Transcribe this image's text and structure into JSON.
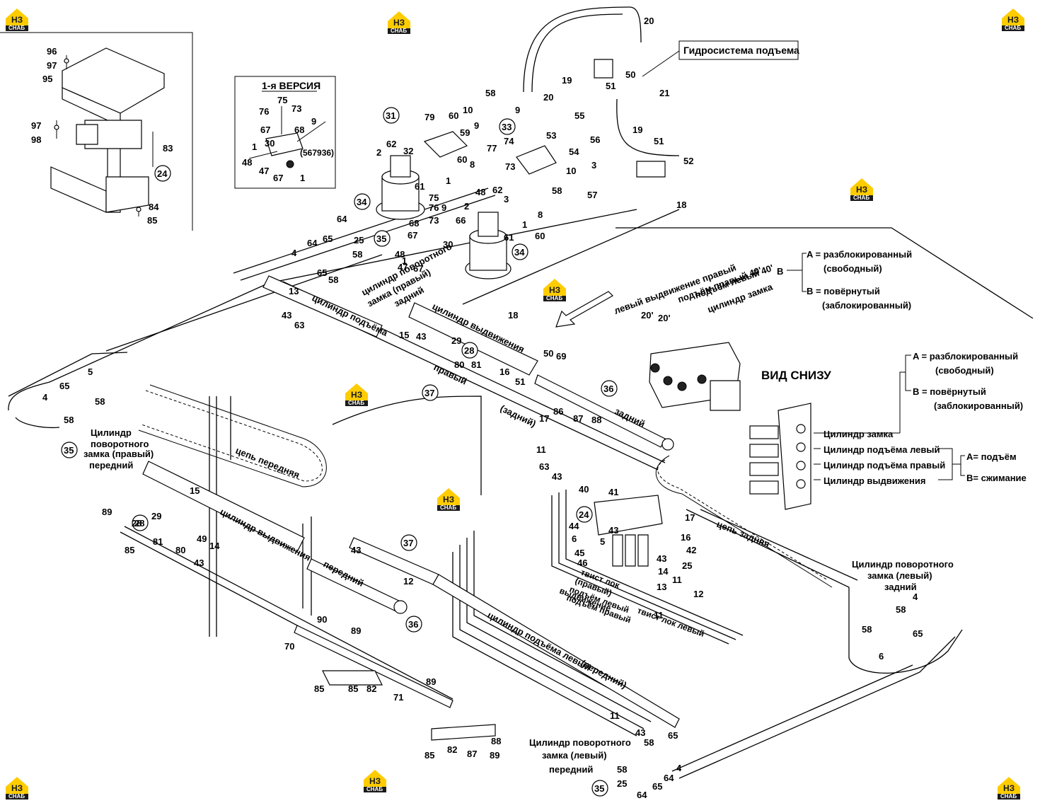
{
  "brand": {
    "logo_mark": "НЗ",
    "logo_text": "СНАБ",
    "colors": {
      "logo_yellow": "#ffcc00",
      "logo_dark": "#1a1a1a",
      "line": "#000000"
    }
  },
  "inset": {
    "version_title": "1-я ВЕРСИЯ",
    "version_code": "(567936)"
  },
  "callouts": {
    "hydraulic_system": "Гидросистема подъема",
    "bottom_view": "ВИД СНИЗУ"
  },
  "valve_legend_top": {
    "B": "B",
    "A_line1": "A = разблокированный",
    "A_line2": "(свободный)",
    "B_line1": "B = повёрнутый",
    "B_line2": "(заблокированный)"
  },
  "valve_legend_right": {
    "A_line1": "A = разблокированный",
    "A_line2": "(свободный)",
    "B_line1": "B = повёрнутый",
    "B_line2": "(заблокированный)",
    "ports": [
      "Цилиндр замка",
      "Цилиндр подъёма левый",
      "Цилиндр подъёма правый",
      "Цилиндр выдвижения"
    ],
    "lift_A": "A= подъём",
    "lift_B": "B= сжимание"
  },
  "valve_port_labels": {
    "p1": "левый выдвижение правый",
    "p2": "подъём правый 40'",
    "p3": "подъём левый 40'",
    "p4": "цилиндр замка",
    "d20a": "20'",
    "d20b": "20'"
  },
  "hose_labels": [
    "цилиндр поворотного",
    "замка (правый)",
    "задний",
    "цилиндр подъёма",
    "цилиндр выдвижения",
    "правый",
    "(задний)",
    "задний",
    "цепь передняя",
    "цепь задняя",
    "цилиндр выдвижения",
    "передний",
    "цилиндр подъёма левый",
    "(передний)",
    "твист лок",
    "(правый)",
    "подъём левый",
    "подъём правый",
    "выдвижение",
    "твист лок левый"
  ],
  "cylinder_labels": {
    "front_right": [
      "Цилиндр",
      "поворотного",
      "замка (правый)",
      "передний"
    ],
    "rear_left": [
      "Цилиндр поворотного",
      "замка (левый)",
      "задний"
    ],
    "front_left": [
      "Цилиндр поворотного",
      "замка (левый)",
      "передний"
    ]
  },
  "circled_numbers": [
    "24",
    "31",
    "33",
    "34",
    "34",
    "35",
    "28",
    "37",
    "36",
    "35",
    "28",
    "24",
    "37",
    "36",
    "35"
  ],
  "part_numbers": {
    "inset_box": [
      "96",
      "97",
      "95",
      "97",
      "98",
      "83",
      "84",
      "85"
    ],
    "version_box": [
      "75",
      "76",
      "73",
      "67",
      "68",
      "9",
      "30",
      "1",
      "48",
      "47",
      "67",
      "1"
    ],
    "upper_center": [
      "79",
      "60",
      "10",
      "59",
      "9",
      "2",
      "62",
      "32",
      "8",
      "60",
      "1",
      "61",
      "77",
      "73",
      "74",
      "58",
      "20",
      "55",
      "53",
      "54",
      "56",
      "3",
      "10",
      "58",
      "57",
      "9",
      "48",
      "62",
      "3",
      "2",
      "8",
      "1",
      "60",
      "61",
      "75",
      "76",
      "9",
      "73",
      "66",
      "68",
      "67",
      "30",
      "1",
      "48",
      "47",
      "67"
    ],
    "upper_right": [
      "20",
      "50",
      "19",
      "51",
      "21",
      "19",
      "51",
      "52",
      "18"
    ],
    "left_group": [
      "64",
      "65",
      "25",
      "4",
      "64",
      "58",
      "65",
      "58",
      "13",
      "43",
      "63",
      "15",
      "43",
      "29",
      "80",
      "81",
      "5",
      "65",
      "4",
      "58",
      "58"
    ],
    "center_group": [
      "18",
      "50",
      "69",
      "16",
      "51",
      "17",
      "86",
      "87",
      "88",
      "11",
      "63",
      "43"
    ],
    "lower_left": [
      "15",
      "89",
      "29",
      "28",
      "81",
      "80",
      "49",
      "14",
      "43",
      "85",
      "43",
      "12"
    ],
    "lower_right_valve": [
      "40",
      "41",
      "44",
      "6",
      "45",
      "46",
      "5",
      "43",
      "17",
      "16",
      "42",
      "43",
      "25",
      "14",
      "11",
      "13",
      "12",
      "11"
    ],
    "frame": [
      "90",
      "89",
      "70",
      "85",
      "85",
      "82",
      "71",
      "89",
      "85",
      "82",
      "87",
      "88",
      "89",
      "11",
      "43"
    ],
    "bottom_right": [
      "65",
      "58",
      "4",
      "58",
      "25",
      "64",
      "65",
      "64",
      "4",
      "58",
      "58",
      "65",
      "6"
    ]
  }
}
